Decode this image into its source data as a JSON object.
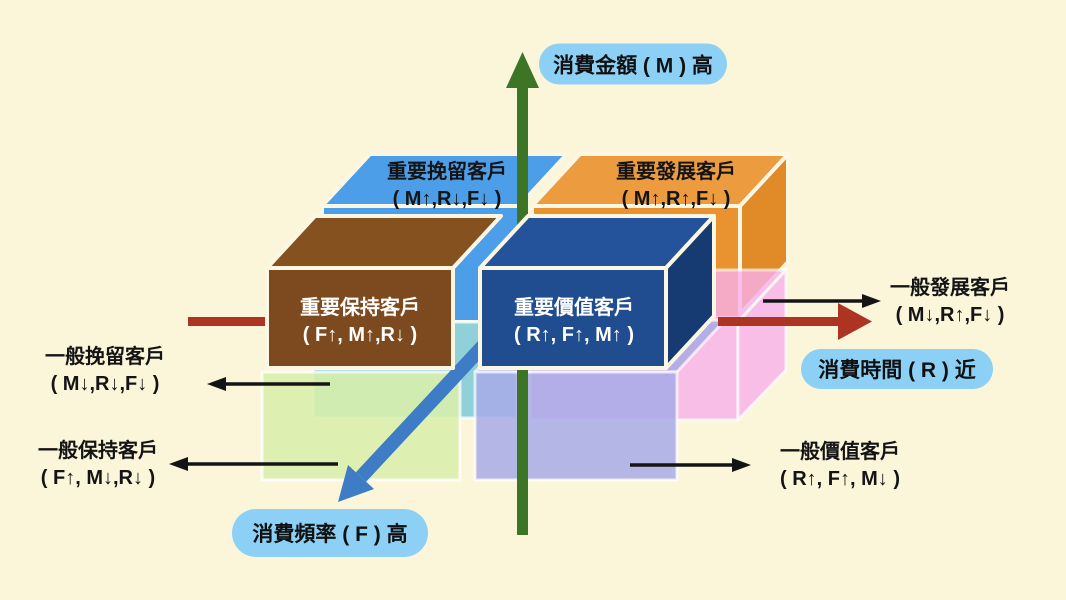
{
  "background": "#FBF5DA",
  "axes": {
    "pill_bg": "#8DD0F6",
    "m": {
      "label": "消費金額 ( M ) 高",
      "color": "#3C7526"
    },
    "r": {
      "label": "消費時間 ( R ) 近",
      "color": "#AD3423"
    },
    "f": {
      "label": "消費頻率 ( F ) 高",
      "color": "#3E7CC6"
    }
  },
  "segments": {
    "important_retain": {
      "title": "重要挽留客戶",
      "rfm": "( M↑,R↓,F↓ )",
      "color": "#4C9EE9"
    },
    "important_develop": {
      "title": "重要發展客戶",
      "rfm": "( M↑,R↑,F↓ )",
      "color": "#EC9C3F",
      "color_front": "#E8932F",
      "color_side": "#E08A28"
    },
    "important_keep": {
      "title": "重要保持客戶",
      "rfm": "( F↑, M↑,R↓ )",
      "color": "#7C4A1E",
      "color_top": "#84511F"
    },
    "important_value": {
      "title": "重要價值客戶",
      "rfm": "( R↑, F↑, M↑ )",
      "color": "#1F4D8F",
      "color_top": "#24529B",
      "color_side": "#163B72"
    },
    "general_retain": {
      "title": "一般挽留客戶",
      "rfm": "( M↓,R↓,F↓ )",
      "color": "#7ECBD9"
    },
    "general_develop": {
      "title": "一般發展客戶",
      "rfm": "( M↓,R↑,F↓ )",
      "color": "#F9B1EC"
    },
    "general_keep": {
      "title": "一般保持客戶",
      "rfm": "( F↑, M↓,R↓ )",
      "color": "#D9F0AC"
    },
    "general_value": {
      "title": "一般價值客戶",
      "rfm": "( R↑, F↑, M↓ )",
      "color": "#A8ACE9"
    }
  }
}
